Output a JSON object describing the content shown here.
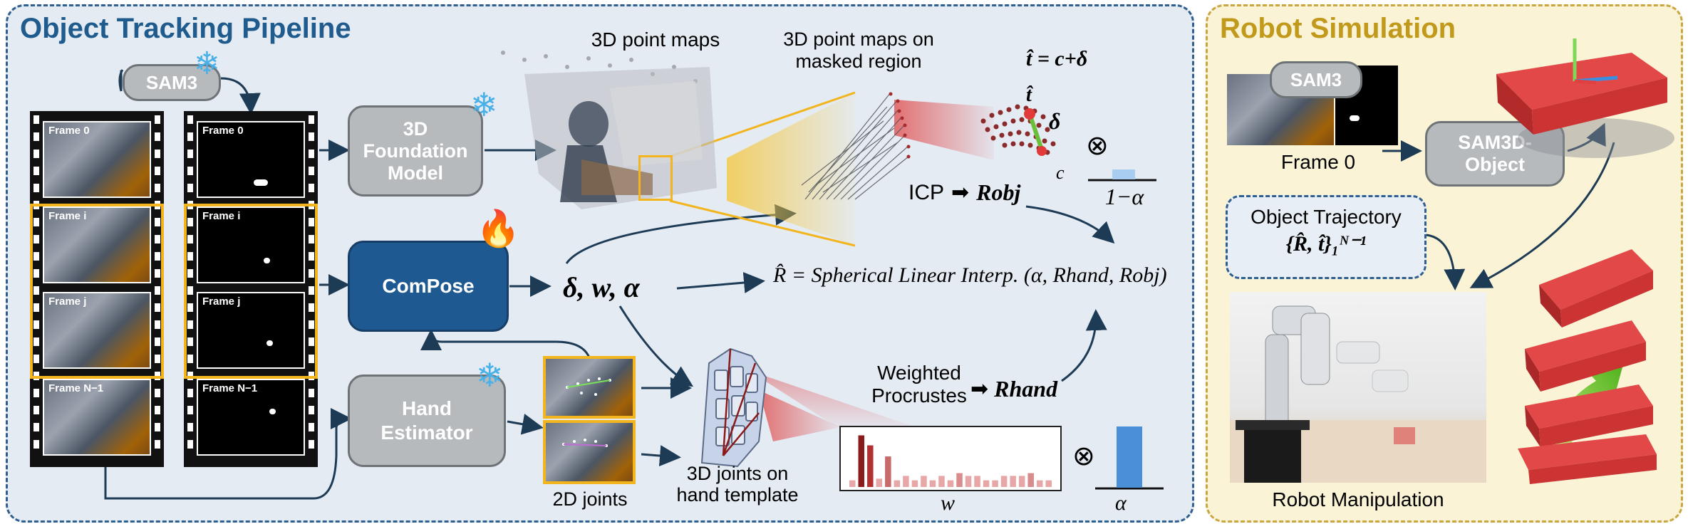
{
  "panels": {
    "left_title": "Object Tracking Pipeline",
    "right_title": "Robot Simulation"
  },
  "frames": {
    "f0": "Frame 0",
    "fi": "Frame i",
    "fj": "Frame j",
    "fn": "Frame N−1"
  },
  "modules": {
    "sam3": "SAM3",
    "foundation": "3D Foundation Model",
    "compose": "ComPose",
    "hand_estimator": "Hand Estimator",
    "sam3d_object": "SAM3D-Object"
  },
  "labels": {
    "point_maps": "3D point maps",
    "point_maps_masked": "3D point maps on masked region",
    "t_hat_eq": "t̂ = c+δ",
    "t_hat": "t̂",
    "delta": "δ",
    "c": "c",
    "icp": "ICP",
    "r_obj": "Robj",
    "one_minus_alpha": "1−α",
    "params": "δ, w, α",
    "slerp": "R̂ = Spherical Linear Interp. (α, Rhand, Robj)",
    "weighted_procrustes": "Weighted Procrustes",
    "r_hand": "Rhand",
    "joints_2d": "2D joints",
    "joints_3d": "3D joints on hand template",
    "w": "w",
    "alpha": "α",
    "times": "⊗"
  },
  "right": {
    "frame0": "Frame 0",
    "trajectory_title": "Object Trajectory",
    "trajectory_math": "{R̂, t̂}₁ᴺ⁻¹",
    "robot_manipulation": "Robot Manipulation"
  },
  "icons": {
    "frozen": "snowflake-icon",
    "trainable": "fire-icon"
  },
  "colors": {
    "blue_title": "#1f5b8c",
    "gold_title": "#c19a1b",
    "compose_blue": "#1e5a91",
    "highlight_yellow": "#f2b51e",
    "weight_red": "#8b1a1a",
    "alpha_blue": "#4a90d9"
  },
  "chart_data": [
    {
      "type": "bar",
      "xlabel": "w",
      "values": [
        0.12,
        0.93,
        0.75,
        0.15,
        0.55,
        0.12,
        0.2,
        0.12,
        0.2,
        0.12,
        0.2,
        0.12,
        0.25,
        0.2,
        0.2,
        0.12,
        0.12,
        0.2,
        0.2,
        0.2,
        0.25,
        0.12,
        0.12
      ]
    },
    {
      "type": "bar",
      "xlabel": "α",
      "values": [
        1.0
      ]
    },
    {
      "type": "bar",
      "xlabel": "1−α",
      "values": [
        1.0
      ]
    }
  ]
}
